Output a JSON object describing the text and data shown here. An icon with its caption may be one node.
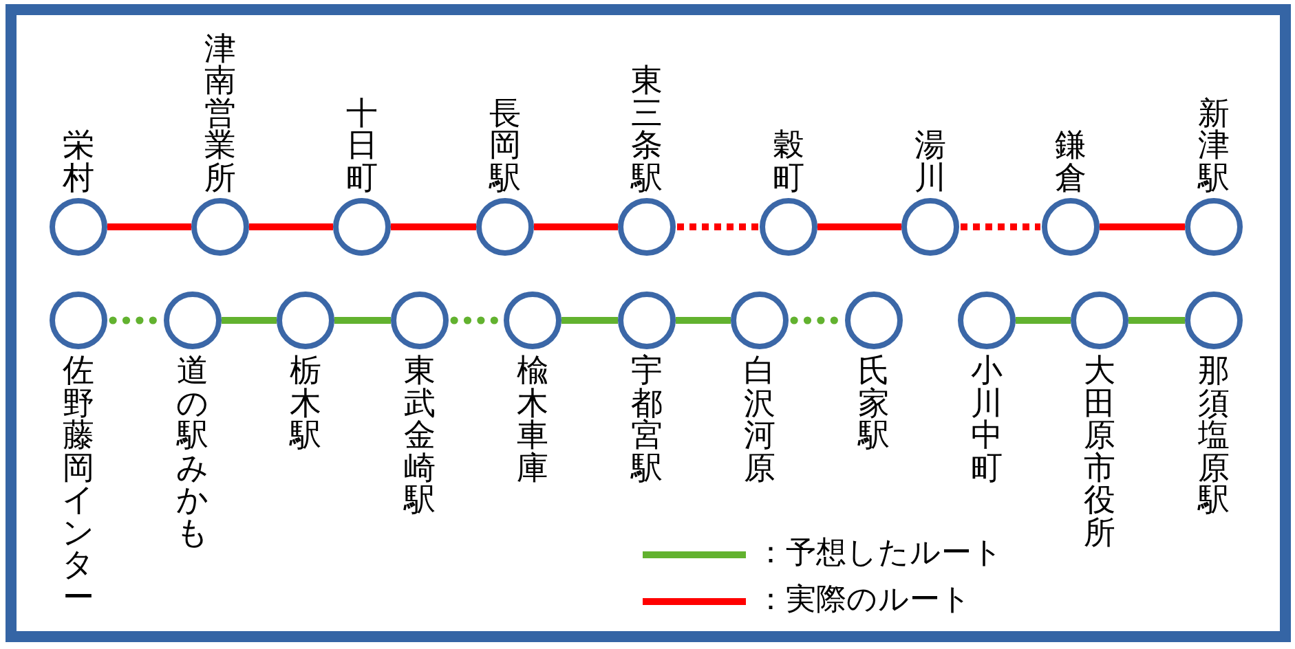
{
  "diagram": {
    "nodes": [
      {
        "text": [],
        "shape": "circle",
        "beside": [
          "栄村"
        ]
      },
      {
        "text": [],
        "shape": "circle",
        "beside": [
          "津南営業所"
        ]
      },
      {
        "text": [],
        "shape": "circle",
        "beside": [
          "十日町"
        ]
      },
      {
        "text": [],
        "shape": "circle",
        "beside": [
          "長岡駅"
        ]
      },
      {
        "text": [],
        "shape": "circle",
        "beside": [
          "東三条駅"
        ]
      },
      {
        "text": [],
        "shape": "circle",
        "beside": [
          "穀町"
        ]
      },
      {
        "text": [],
        "shape": "circle",
        "beside": [
          "湯川"
        ]
      },
      {
        "text": [],
        "shape": "circle",
        "beside": [
          "鎌倉"
        ]
      },
      {
        "text": [],
        "shape": "circle",
        "beside": [
          "新津駅"
        ]
      },
      {
        "text": [],
        "shape": "circle",
        "beside": [
          "佐野藤岡インター"
        ]
      },
      {
        "text": [],
        "shape": "circle",
        "beside": [
          "道の駅みかも"
        ]
      },
      {
        "text": [],
        "shape": "circle",
        "beside": [
          "栃木駅"
        ]
      },
      {
        "text": [],
        "shape": "circle",
        "beside": [
          "東武金崎駅"
        ]
      },
      {
        "text": [],
        "shape": "circle",
        "beside": [
          "楡木車庫"
        ]
      },
      {
        "text": [],
        "shape": "circle",
        "beside": [
          "宇都宮駅"
        ]
      },
      {
        "text": [],
        "shape": "circle",
        "beside": [
          "白沢河原"
        ]
      },
      {
        "text": [],
        "shape": "circle",
        "beside": [
          "氏家駅"
        ]
      },
      {
        "text": [],
        "shape": "circle",
        "beside": [
          "小川中町"
        ]
      },
      {
        "text": [],
        "shape": "circle",
        "beside": [
          "大田原市役所"
        ]
      },
      {
        "text": [],
        "shape": "circle",
        "beside": [
          "那須塩原駅"
        ]
      }
    ],
    "edges": [
      {
        "from": 0,
        "to": 1,
        "arrow": "none",
        "color": "#ff0000"
      },
      {
        "from": 1,
        "to": 2,
        "arrow": "none",
        "color": "#ff0000"
      },
      {
        "from": 2,
        "to": 3,
        "arrow": "none",
        "color": "#ff0000"
      },
      {
        "from": 3,
        "to": 4,
        "arrow": "none",
        "color": "#ff0000"
      },
      {
        "from": 4,
        "to": 5,
        "arrow": "none",
        "style": "dashed",
        "color": "#ff0000"
      },
      {
        "from": 5,
        "to": 6,
        "arrow": "none",
        "color": "#ff0000"
      },
      {
        "from": 6,
        "to": 7,
        "arrow": "none",
        "style": "dashed",
        "color": "#ff0000"
      },
      {
        "from": 7,
        "to": 8,
        "arrow": "none",
        "color": "#ff0000"
      },
      {
        "from": 9,
        "to": 10,
        "arrow": "none",
        "style": "dashed"
      },
      {
        "from": 10,
        "to": 11,
        "arrow": "none"
      },
      {
        "from": 11,
        "to": 12,
        "arrow": "none"
      },
      {
        "from": 12,
        "to": 13,
        "arrow": "none",
        "style": "dashed"
      },
      {
        "from": 13,
        "to": 14,
        "arrow": "none"
      },
      {
        "from": 14,
        "to": 15,
        "arrow": "none"
      },
      {
        "from": 15,
        "to": 16,
        "arrow": "none",
        "style": "dashed"
      },
      {
        "from": 17,
        "to": 18,
        "arrow": "none"
      },
      {
        "from": 18,
        "to": 19,
        "arrow": "none"
      }
    ],
    "legend": [
      {
        "text": "：予想したルート"
      },
      {
        "text": "：実際のルート"
      }
    ]
  }
}
